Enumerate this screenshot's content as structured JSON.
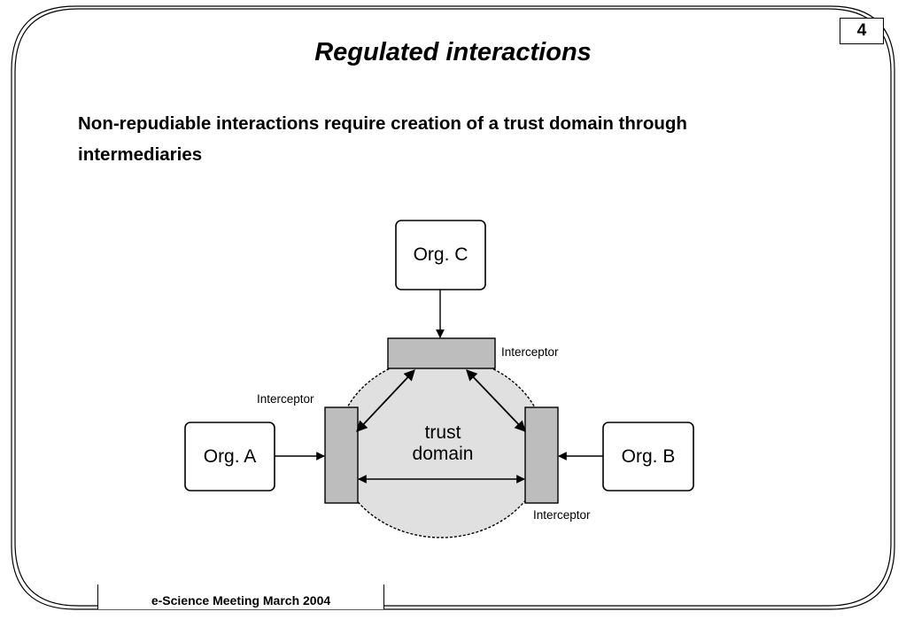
{
  "slide": {
    "page_number": "4",
    "title": "Regulated interactions",
    "subtitle": "Non-repudiable interactions require creation of a trust domain through intermediaries",
    "footer": "e-Science Meeting March 2004"
  },
  "diagram": {
    "orgs": {
      "a": "Org. A",
      "b": "Org. B",
      "c": "Org. C"
    },
    "trust_domain": {
      "line1": "trust",
      "line2": "domain"
    },
    "interceptor_labels": {
      "top": "Interceptor",
      "left": "Interceptor",
      "right": "Interceptor"
    },
    "colors": {
      "trust_domain_fill": "#e0e0e0",
      "interceptor_fill": "#bdbdbd",
      "stroke": "#000000"
    }
  }
}
